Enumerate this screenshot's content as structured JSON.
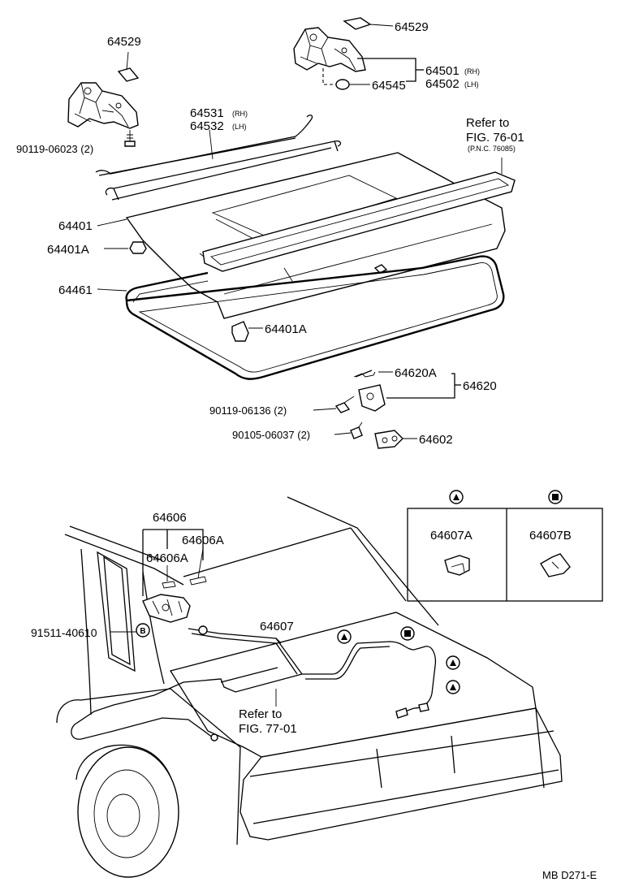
{
  "labels": {
    "p64529_left": "64529",
    "p64529_right": "64529",
    "p64501": "64501",
    "p64501_side": "(RH)",
    "p64502": "64502",
    "p64502_side": "(LH)",
    "p64545": "64545",
    "p64531": "64531",
    "p64531_side": "(RH)",
    "p64532": "64532",
    "p64532_side": "(LH)",
    "p90119_06023": "90119-06023 (2)",
    "refer76_line1": "Refer to",
    "refer76_line2": "FIG. 76-01",
    "refer76_line3": "(P.N.C. 76085)",
    "p64401": "64401",
    "p64401A_left": "64401A",
    "p64461": "64461",
    "p64401A_bottom": "64401A",
    "p64620A": "64620A",
    "p64620": "64620",
    "p90119_06136": "90119-06136 (2)",
    "p90105_06037": "90105-06037 (2)",
    "p64602": "64602",
    "p64606": "64606",
    "p64606A_1": "64606A",
    "p64606A_2": "64606A",
    "p91511_40610": "91511-40610",
    "p64607": "64607",
    "refer77_line1": "Refer to",
    "refer77_line2": "FIG. 77-01",
    "p64607A": "64607A",
    "p64607B": "64607B",
    "marker_b": "B",
    "diagram_code": "MB D271-E"
  }
}
